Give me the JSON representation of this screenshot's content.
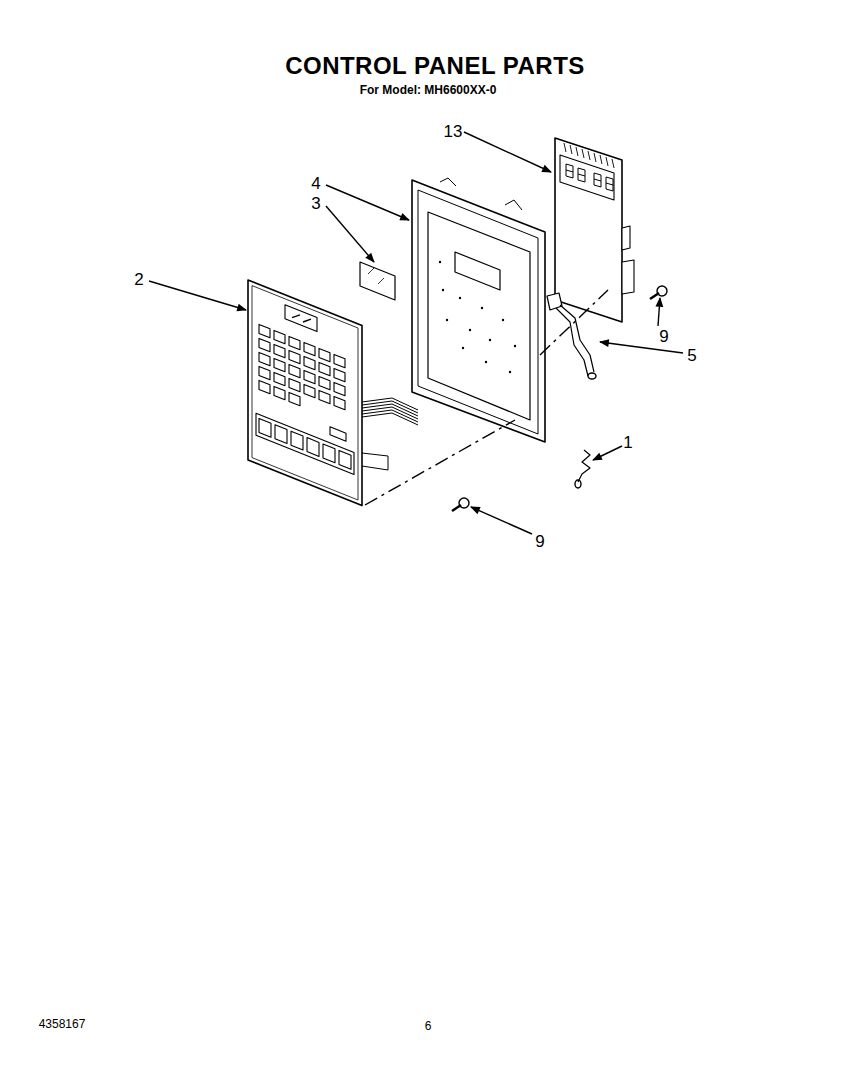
{
  "diagram": {
    "title": "CONTROL PANEL PARTS",
    "labels": [
      "For Model: MH6600XX-0",
      "13",
      "4",
      "3",
      "2",
      "9",
      "5",
      "1",
      "9",
      "4358167",
      "6"
    ]
  }
}
